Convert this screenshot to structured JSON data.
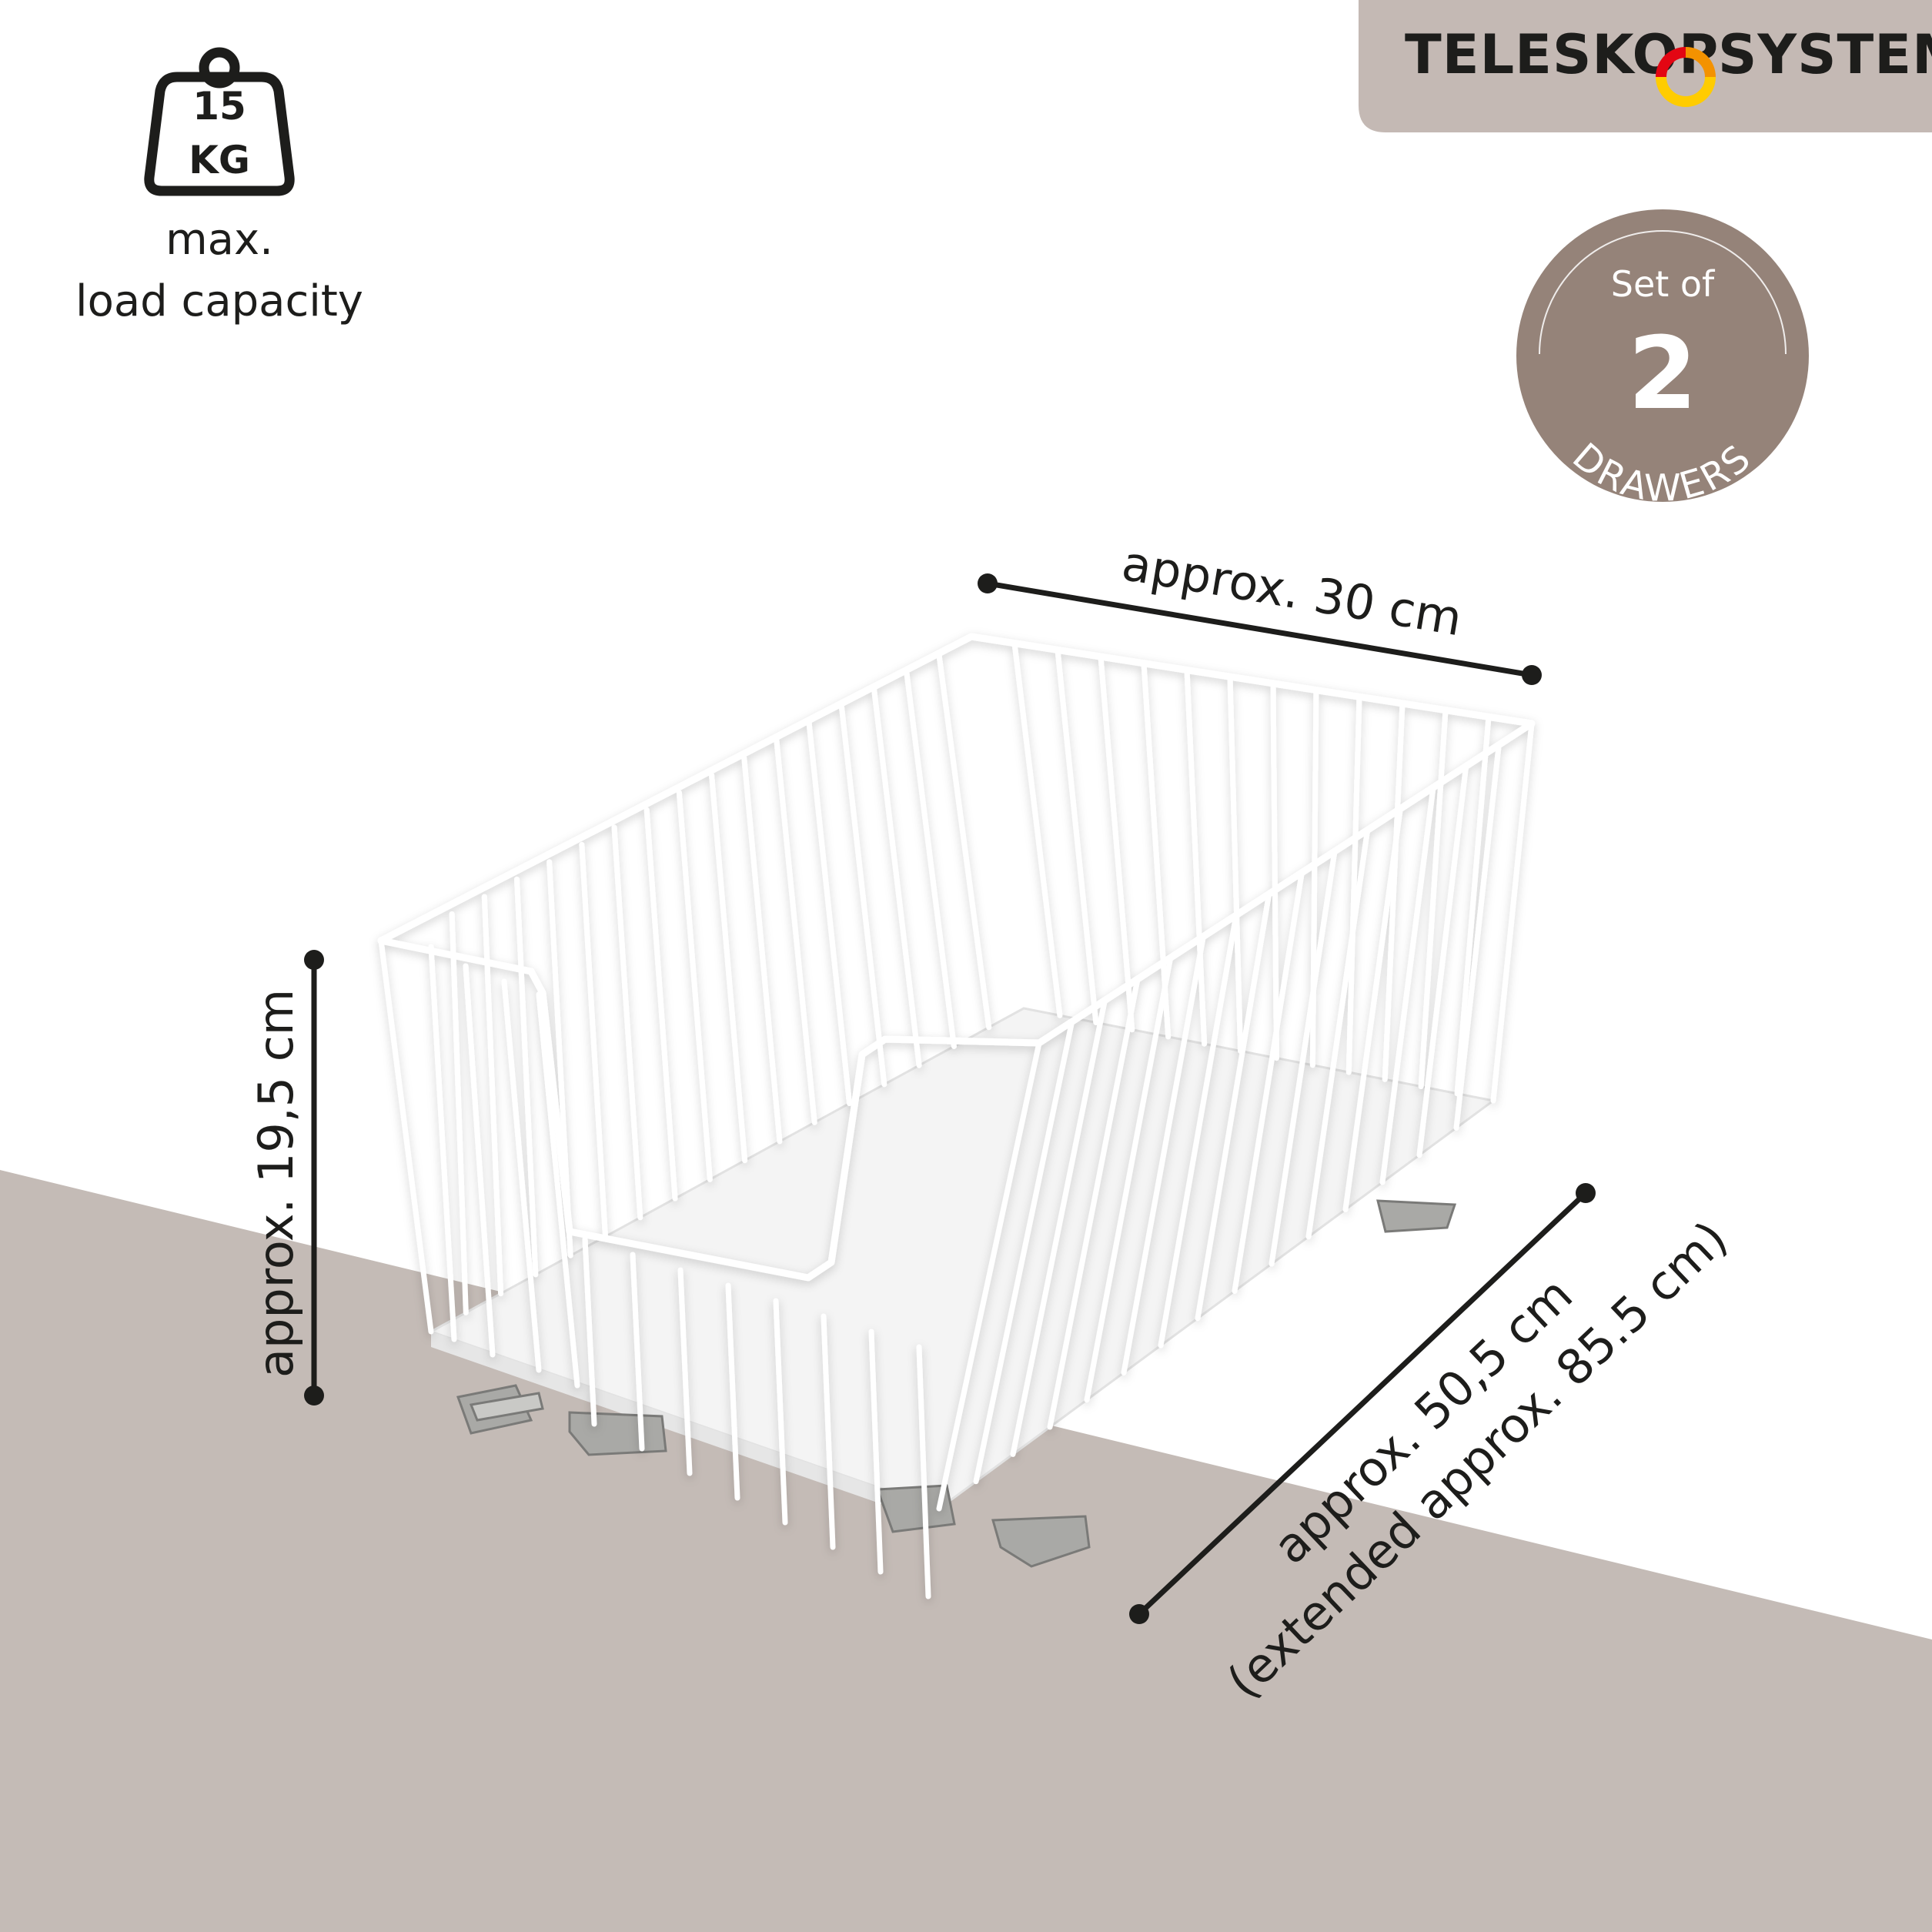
{
  "weight_badge": {
    "amount": "15",
    "unit": "KG",
    "caption_line1": "max.",
    "caption_line2": "load capacity",
    "icon": "weight-icon"
  },
  "brand": {
    "name_left": "TELESKOP",
    "name_right": "SYSTEM",
    "logo_colors": [
      "#e30613",
      "#f39200",
      "#ffcc00"
    ],
    "panel_color": "#c4b9b4"
  },
  "set_badge": {
    "line1": "Set of",
    "count": "2",
    "line2": "DRAWERS",
    "color": "#958379"
  },
  "dimensions": {
    "width": "approx. 30 cm",
    "height": "approx. 19,5 cm",
    "depth_line1": "approx. 50,5 cm",
    "depth_line2": "(extended approx. 85.5 cm)"
  },
  "colors": {
    "floor": "#c4bbb6",
    "background": "#ffffff",
    "wire": "#ffffff",
    "metal": "#a9a9a6"
  }
}
